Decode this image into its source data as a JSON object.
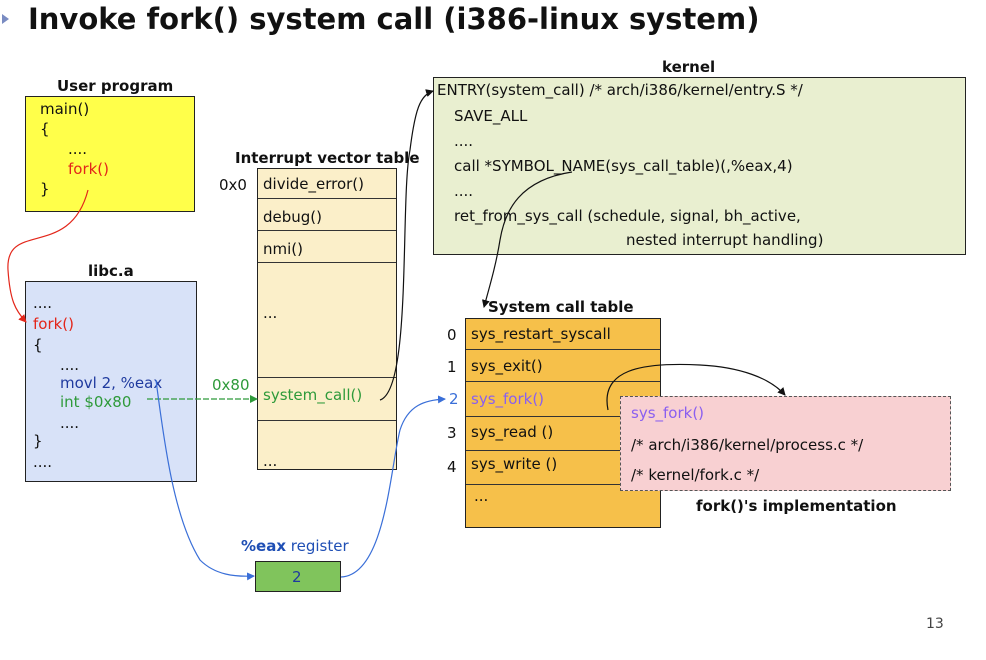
{
  "slide": {
    "title": "Invoke fork() system call (i386-linux system)",
    "page_number": "13"
  },
  "user_program": {
    "label": "User program",
    "lines": [
      "main()",
      "{",
      "....",
      "fork()",
      "}"
    ]
  },
  "libc": {
    "label": "libc.a",
    "lines": [
      "....",
      "fork()",
      "{",
      "....",
      "movl 2, %eax",
      "int $0x80",
      "....",
      "}",
      "...."
    ]
  },
  "ivt": {
    "label": "Interrupt vector table",
    "index_0": "0x0",
    "index_80": "0x80",
    "entries": [
      "divide_error()",
      "debug()",
      "nmi()",
      "...",
      "system_call()",
      "..."
    ]
  },
  "kernel": {
    "label": "kernel",
    "lines": [
      "ENTRY(system_call)  /* arch/i386/kernel/entry.S */",
      "SAVE_ALL",
      "....",
      "call *SYMBOL_NAME(sys_call_table)(,%eax,4)",
      "....",
      "ret_from_sys_call (schedule, signal, bh_active,",
      "nested interrupt handling)"
    ]
  },
  "syscall_table": {
    "label": "System call table",
    "indices": [
      "0",
      "1",
      "2",
      "3",
      "4"
    ],
    "entries": [
      "sys_restart_syscall",
      "sys_exit()",
      "sys_fork()",
      "sys_read ()",
      "sys_write ()",
      "..."
    ]
  },
  "implementation": {
    "lines": [
      "sys_fork()",
      "/* arch/i386/kernel/process.c */",
      "/* kernel/fork.c */"
    ],
    "caption": "fork()'s implementation"
  },
  "eax": {
    "label_bold": "%eax",
    "label_rest": " register",
    "value": "2"
  },
  "colors": {
    "user_box": "#ffff4a",
    "libc_box": "#d8e2f8",
    "ivt_box": "#fbefc9",
    "kernel_box": "#e9efd0",
    "syscall_box": "#f6c04a",
    "impl_box": "#f8d0d2",
    "eax_box": "#80c45c",
    "red_text": "#e3261a",
    "blue_text": "#1f3a9e",
    "green_text": "#2e9a3a",
    "purple_text": "#8a5ff0"
  }
}
